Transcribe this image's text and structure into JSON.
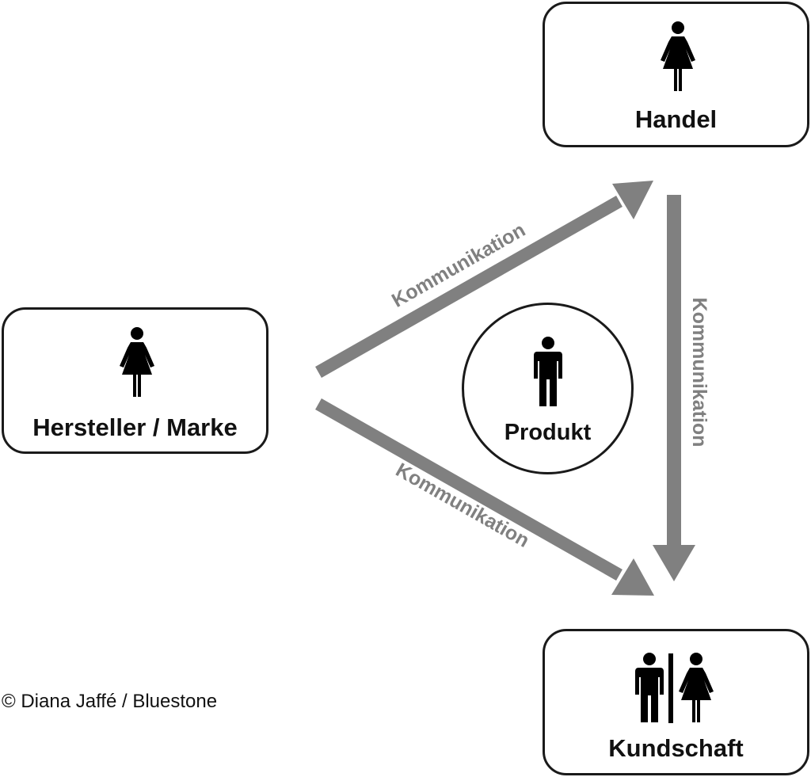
{
  "nodes": {
    "manufacturer": {
      "label": "Hersteller / Marke"
    },
    "retail": {
      "label": "Handel"
    },
    "customers": {
      "label": "Kundschaft"
    },
    "product": {
      "label": "Produkt"
    }
  },
  "edges": [
    {
      "from": "Hersteller / Marke",
      "to": "Handel",
      "label": "Kommunikation"
    },
    {
      "from": "Handel",
      "to": "Kundschaft",
      "label": "Kommunikation"
    },
    {
      "from": "Hersteller / Marke",
      "to": "Kundschaft",
      "label": "Kommunikation"
    }
  ],
  "icons": {
    "manufacturer": "woman-icon",
    "retail": "woman-icon",
    "product": "man-icon",
    "customers": "man-woman-icon"
  },
  "colors": {
    "arrow": "#808080",
    "outline": "#1a1a1a",
    "figure": "#000000"
  },
  "footer": {
    "copyright": "© Diana Jaffé / Bluestone"
  }
}
